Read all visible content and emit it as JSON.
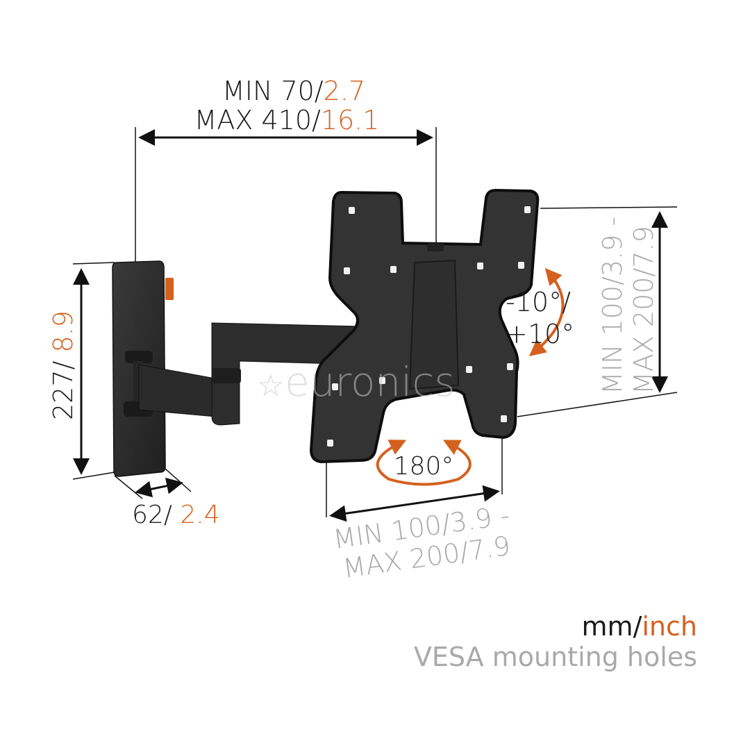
{
  "colors": {
    "accent": "#d4611e",
    "text": "#1a1a1a",
    "vesa_text": "#a9a9a9",
    "product": "#2b2b2b"
  },
  "width_dimension": {
    "min_mm": "MIN 70/",
    "min_inch": "2.7",
    "max_mm": "MAX 410/",
    "max_inch": "16.1"
  },
  "height_dimension": {
    "mm": "227/ ",
    "inch": "8.9"
  },
  "depth_dimension": {
    "mm": "62/ ",
    "inch": "2.4"
  },
  "tilt": {
    "line1": "-10°/",
    "line2": "+10°"
  },
  "swivel": {
    "label": "180°"
  },
  "vesa_vertical": {
    "line1": "MIN 100/3.9 -",
    "line2": "MAX 200/7.9"
  },
  "vesa_horizontal": {
    "line1": "MIN 100/3.9 -",
    "line2": "MAX 200/7.9"
  },
  "watermark": "euronics",
  "legend": {
    "unit_mm": "mm/",
    "unit_inch": "inch",
    "vesa_label": "VESA mounting holes"
  }
}
